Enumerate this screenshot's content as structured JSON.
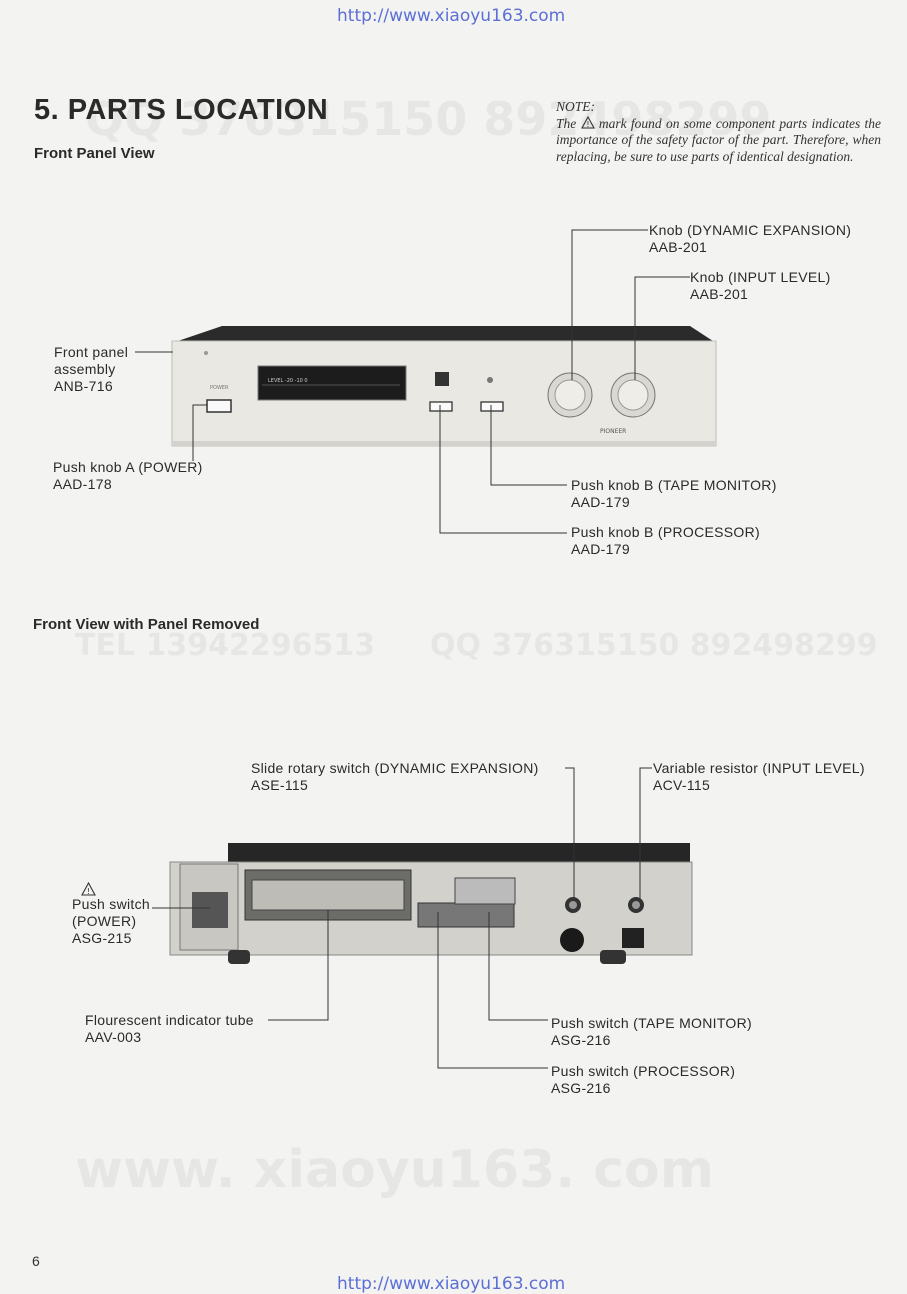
{
  "header_url": "http://www.xiaoyu163.com",
  "footer_url": "http://www.xiaoyu163.com",
  "watermarks": {
    "qq_top": "QQ 376315150   892498299",
    "tel_middle": "TEL 13942296513",
    "qq_middle": "QQ 376315150 892498299",
    "tel_side": "TEL 13942296513 QQ 376315150 892498299",
    "www_bottom": "www. xiaoyu163. com"
  },
  "section": {
    "title": "5. PARTS LOCATION",
    "subtitle_front": "Front Panel View",
    "subtitle_removed": "Front View with Panel Removed"
  },
  "note": {
    "heading": "NOTE:",
    "text_before": "The",
    "text_after": "mark found on some component parts indicates the importance of the safety factor of the part. Therefore, when replacing, be sure to use parts of identical designation."
  },
  "front_panel": {
    "front_panel_assembly": {
      "name1": "Front panel",
      "name2": "assembly",
      "code": "ANB-716"
    },
    "push_knob_a": {
      "name": "Push knob A (POWER)",
      "code": "AAD-178"
    },
    "knob_dynamic": {
      "name": "Knob (DYNAMIC EXPANSION)",
      "code": "AAB-201"
    },
    "knob_input": {
      "name": "Knob (INPUT LEVEL)",
      "code": "AAB-201"
    },
    "push_knob_b_tape": {
      "name": "Push knob B (TAPE MONITOR)",
      "code": "AAD-179"
    },
    "push_knob_b_proc": {
      "name": "Push knob B (PROCESSOR)",
      "code": "AAD-179"
    }
  },
  "panel_removed": {
    "slide_rotary": {
      "name": "Slide rotary switch (DYNAMIC EXPANSION)",
      "code": "ASE-115"
    },
    "variable_resistor": {
      "name": "Variable resistor (INPUT LEVEL)",
      "code": "ACV-115"
    },
    "push_switch_power": {
      "name1": "Push switch",
      "name2": "(POWER)",
      "code": "ASG-215"
    },
    "indicator_tube": {
      "name": "Flourescent indicator tube",
      "code": "AAV-003"
    },
    "push_switch_tape": {
      "name": "Push switch (TAPE MONITOR)",
      "code": "ASG-216"
    },
    "push_switch_proc": {
      "name": "Push switch (PROCESSOR)",
      "code": "ASG-216"
    }
  },
  "page_number": "6"
}
